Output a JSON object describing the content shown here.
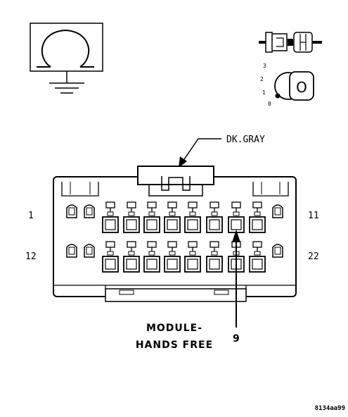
{
  "wire_color_label": "DK.GRAY",
  "pin_labels": {
    "top_left": "1",
    "top_right": "11",
    "bottom_left": "12",
    "bottom_right": "22",
    "callout": "9"
  },
  "connector_name": {
    "line1": "MODULE-",
    "line2": "HANDS FREE"
  },
  "ignition_positions": [
    "3",
    "2",
    "1",
    "0"
  ],
  "ignition_key_letter": "O",
  "figure_code": "8134aa99",
  "icons": {
    "ground_symbol": "ground-icon",
    "connector_symbol": "connector-icon",
    "ignition_symbol": "ignition-key-icon"
  }
}
